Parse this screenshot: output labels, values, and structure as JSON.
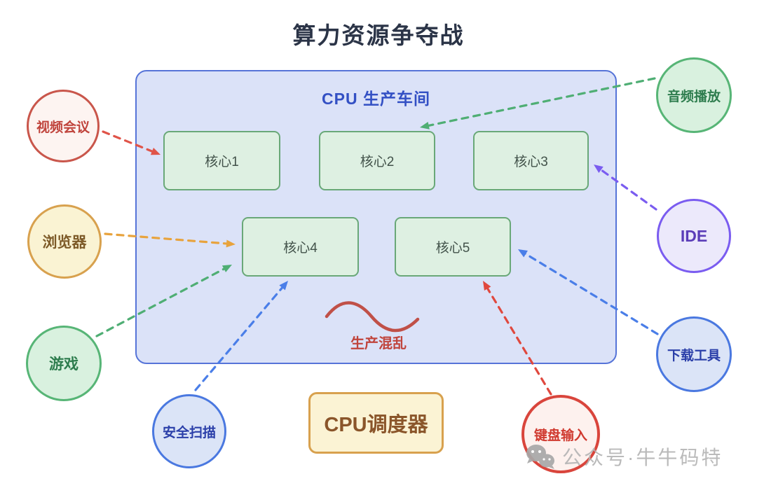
{
  "page_title": "算力资源争夺战",
  "workshop": {
    "title": "CPU 生产车间",
    "cores": [
      {
        "label": "核心1"
      },
      {
        "label": "核心2"
      },
      {
        "label": "核心3"
      },
      {
        "label": "核心4"
      },
      {
        "label": "核心5"
      }
    ],
    "box_fill": "#dbe2f8",
    "box_border": "#5674d8",
    "core_fill": "#def0e2",
    "core_border": "#69a878",
    "chaos": {
      "label": "生产混乱",
      "text_color": "#c0443c",
      "squiggle_color": "#c05048"
    }
  },
  "scheduler": {
    "label": "CPU调度器",
    "fill": "#fbf3d4",
    "border": "#d8a14e",
    "text_color": "#8a552a"
  },
  "apps": [
    {
      "id": "video-conference",
      "label": "视频会议",
      "border": "#c9564b",
      "bg": "#fdf4f1",
      "text": "#c0443c"
    },
    {
      "id": "browser",
      "label": "浏览器",
      "border": "#d8a14e",
      "bg": "#faf3d3",
      "text": "#7d5a28"
    },
    {
      "id": "game",
      "label": "游戏",
      "border": "#57b576",
      "bg": "#d9f1df",
      "text": "#2e7d4e"
    },
    {
      "id": "security-scan",
      "label": "安全扫描",
      "border": "#4a78e0",
      "bg": "#dbe4f7",
      "text": "#2b3fa9"
    },
    {
      "id": "keyboard-input",
      "label": "键盘输入",
      "border": "#d9453c",
      "bg": "#fdf1ee",
      "text": "#d03a30"
    },
    {
      "id": "audio-playback",
      "label": "音频播放",
      "border": "#57b576",
      "bg": "#d9f1df",
      "text": "#2e7d4e"
    },
    {
      "id": "ide",
      "label": "IDE",
      "border": "#7a5cf0",
      "bg": "#ece9fb",
      "text": "#5b3db8"
    },
    {
      "id": "download-tool",
      "label": "下载工具",
      "border": "#4a78e0",
      "bg": "#dbe4f7",
      "text": "#2b3fa9"
    }
  ],
  "arrows": [
    {
      "from": "视频会议",
      "to": "核心1",
      "color": "#e05449"
    },
    {
      "from": "浏览器",
      "to": "核心4",
      "color": "#e8a33d"
    },
    {
      "from": "游戏",
      "to": "核心4",
      "color": "#4fae74"
    },
    {
      "from": "安全扫描",
      "to": "核心4",
      "color": "#4a7ee8"
    },
    {
      "from": "音频播放",
      "to": "核心2",
      "color": "#4fae74"
    },
    {
      "from": "IDE",
      "to": "核心3",
      "color": "#7a5cf0"
    },
    {
      "from": "下载工具",
      "to": "核心5",
      "color": "#4a7ee8"
    },
    {
      "from": "键盘输入",
      "to": "核心5",
      "color": "#e0483e"
    }
  ],
  "watermark": {
    "icon": "wechat-icon",
    "text": "公众号·牛牛码特",
    "color": "#b5b5b5"
  }
}
